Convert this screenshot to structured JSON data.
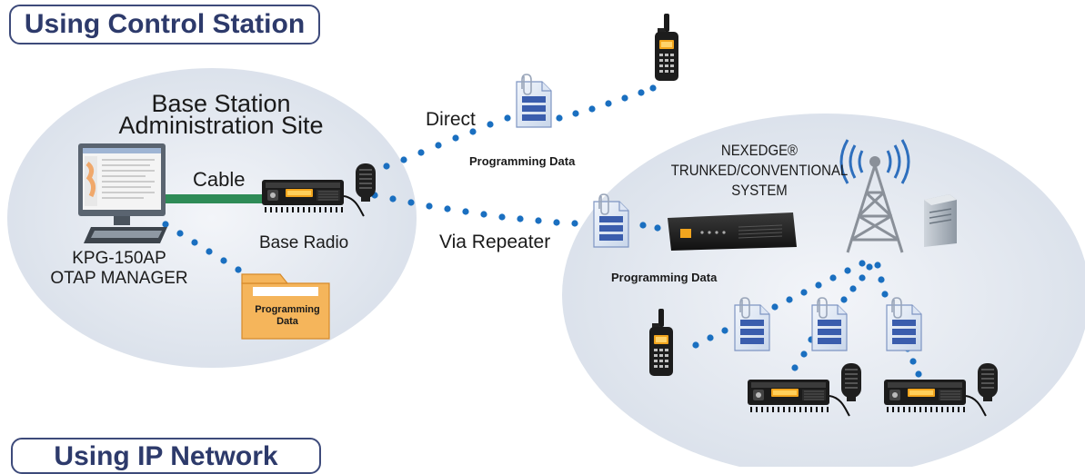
{
  "headers": {
    "top": "Using Control Station",
    "bottom": "Using IP Network"
  },
  "base_site": {
    "title_line1": "Base Station",
    "title_line2": "Administration Site",
    "software_line1": "KPG-150AP",
    "software_line2": "OTAP MANAGER",
    "cable": "Cable",
    "base_radio": "Base Radio",
    "folder_line1": "Programming",
    "folder_line2": "Data"
  },
  "paths": {
    "direct": "Direct",
    "via_repeater": "Via Repeater",
    "programming_data": "Programming Data"
  },
  "system": {
    "line1": "NEXEDGE®",
    "line2": "TRUNKED/CONVENTIONAL",
    "line3": "SYSTEM"
  },
  "colors": {
    "dots": "#1a6fc0",
    "cable": "#2e8b57",
    "header_text": "#2d3a6b",
    "ellipse": "#e6ebf2",
    "folder": "#f5b55b",
    "document": "#3a5dad"
  }
}
